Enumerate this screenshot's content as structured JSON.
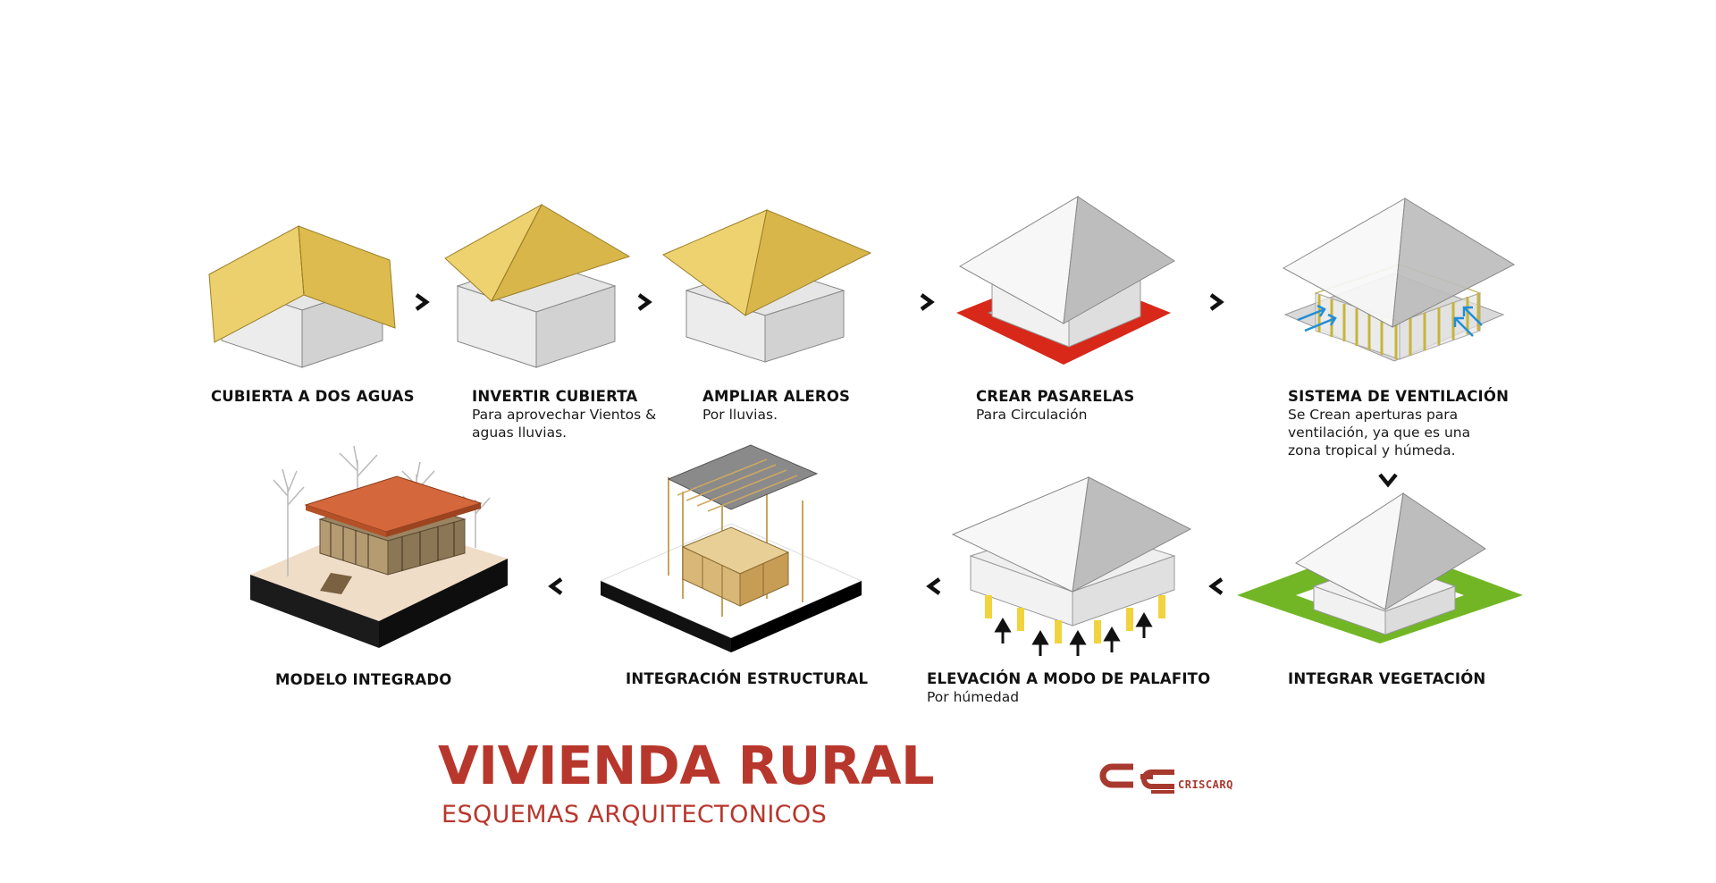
{
  "steps": [
    {
      "id": "cubierta",
      "title": "CUBIERTA A DOS AGUAS",
      "desc": ""
    },
    {
      "id": "invertir",
      "title": "INVERTIR CUBIERTA",
      "desc": "Para aprovechar Vientos & aguas lluvias."
    },
    {
      "id": "aleros",
      "title": "AMPLIAR ALEROS",
      "desc": "Por lluvias."
    },
    {
      "id": "pasarelas",
      "title": "CREAR PASARELAS",
      "desc": "Para Circulación"
    },
    {
      "id": "ventilacion",
      "title": "SISTEMA DE VENTILACIÓN",
      "desc": "Se Crean aperturas para ventilación, ya que es una zona tropical y húmeda."
    },
    {
      "id": "vegetacion",
      "title": "INTEGRAR VEGETACIÓN",
      "desc": ""
    },
    {
      "id": "palafito",
      "title": "ELEVACIÓN A MODO DE PALAFITO",
      "desc": "Por húmedad"
    },
    {
      "id": "estructural",
      "title": "INTEGRACIÓN ESTRUCTURAL",
      "desc": ""
    },
    {
      "id": "modelo",
      "title": "MODELO INTEGRADO",
      "desc": ""
    }
  ],
  "footer": {
    "title": "VIVIENDA RURAL",
    "subtitle": "ESQUEMAS ARQUITECTONICOS",
    "logo_text": "CRISCARQ"
  },
  "colors": {
    "roof_yellow": "#edcf6c",
    "walkway_red": "#d8281a",
    "vegetation_green": "#72b626",
    "accent": "#b8372d"
  }
}
